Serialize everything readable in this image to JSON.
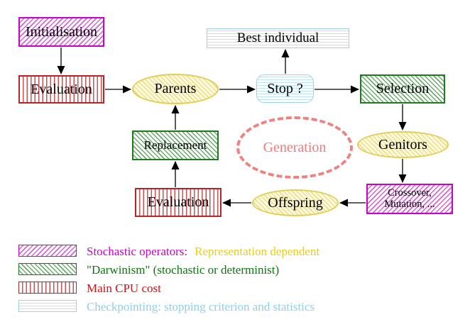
{
  "palette": {
    "magenta": "#cc00cc",
    "green": "#1d7a1d",
    "red": "#bb2424",
    "yellow": "#e3cd55",
    "gold_text": "#eecd11",
    "cyan": "#9cd0e4",
    "salmon": "#ef8181",
    "arrow_black": "#000000"
  },
  "nodes": {
    "initialisation": "Initialisation",
    "evaluation_top": "Evaluation",
    "parents": "Parents",
    "stop": "Stop ?",
    "best_individual": "Best individual",
    "selection": "Selection",
    "genitors": "Genitors",
    "crossover_line1": "Crossover,",
    "crossover_line2": "Mutation, ...",
    "offspring": "Offspring",
    "evaluation_bottom": "Evaluation",
    "replacement": "Replacement",
    "generation": "Generation"
  },
  "legend": {
    "stochastic_label": "Stochastic operators:",
    "representation_label": "Representation dependent",
    "darwinism_label": "\"Darwinism\" (stochastic or determinist)",
    "cpu_label": "Main CPU cost",
    "checkpointing_label": "Checkpointing: stopping criterion and statistics"
  }
}
